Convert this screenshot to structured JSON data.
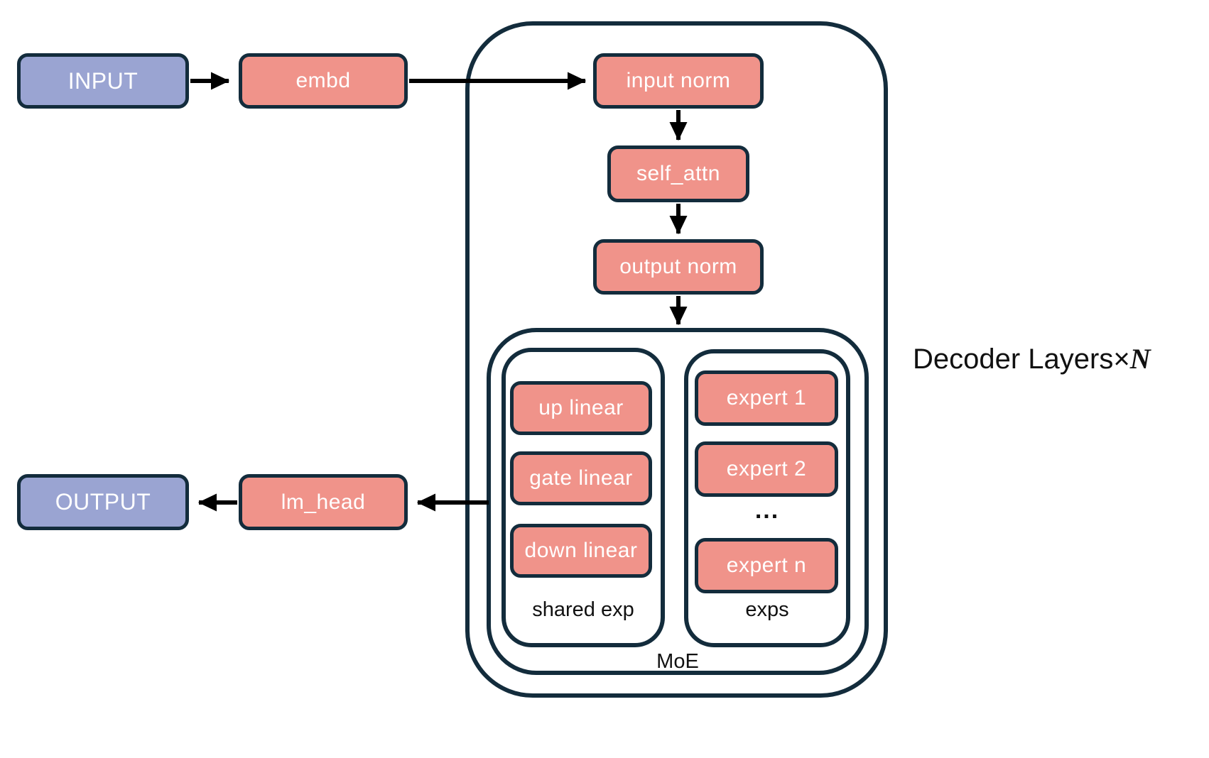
{
  "diagram": {
    "input_label": "INPUT",
    "embd_label": "embd",
    "output_label": "OUTPUT",
    "lm_head_label": "lm_head",
    "decoder_block": {
      "caption_prefix": "Decoder Layers×",
      "caption_n": "N",
      "input_norm_label": "input norm",
      "self_attn_label": "self_attn",
      "output_norm_label": "output norm"
    },
    "moe": {
      "label": "MoE",
      "shared_exp": {
        "label": "shared exp",
        "boxes": [
          "up linear",
          "gate linear",
          "down linear"
        ]
      },
      "exps": {
        "label": "exps",
        "boxes": [
          "expert 1",
          "expert 2",
          "expert n"
        ],
        "ellipsis": "..."
      }
    },
    "colors": {
      "navy": "#132c3c",
      "salmon": "#f0938a",
      "purple": "#9aa4d2",
      "arrow": "#000000",
      "text-light": "#ffffff",
      "text-dark": "#111111",
      "bg": "#ffffff"
    }
  }
}
